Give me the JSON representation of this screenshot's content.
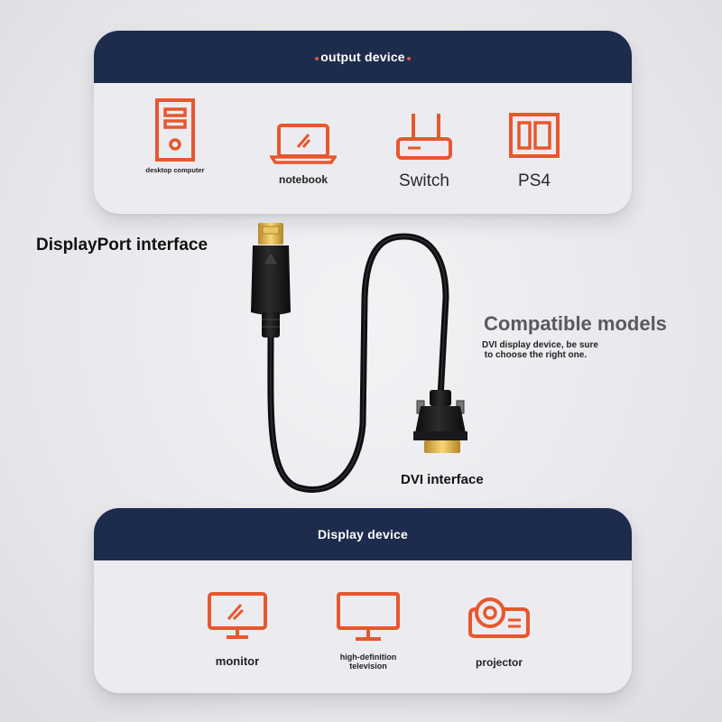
{
  "output_card": {
    "title": "output device",
    "items": [
      {
        "label": "desktop computer",
        "icon": "desktop-computer-icon"
      },
      {
        "label": "notebook",
        "icon": "notebook-icon"
      },
      {
        "label": "Switch",
        "icon": "switch-console-icon"
      },
      {
        "label": "PS4",
        "icon": "ps4-console-icon"
      }
    ]
  },
  "display_card": {
    "title": "Display device",
    "items": [
      {
        "label": "monitor",
        "icon": "monitor-icon"
      },
      {
        "label_line1": "high-definition",
        "label_line2": "television",
        "icon": "tv-icon"
      },
      {
        "label": "projector",
        "icon": "projector-icon"
      }
    ]
  },
  "labels": {
    "displayport": "DisplayPort interface",
    "compatible_title": "Compatible models",
    "compatible_sub": "DVI display device, be sure\n to choose the right one.",
    "dvi": "DVI interface"
  },
  "colors": {
    "accent": "#e8572c",
    "header": "#1d2b4d",
    "card": "#ececf0"
  }
}
